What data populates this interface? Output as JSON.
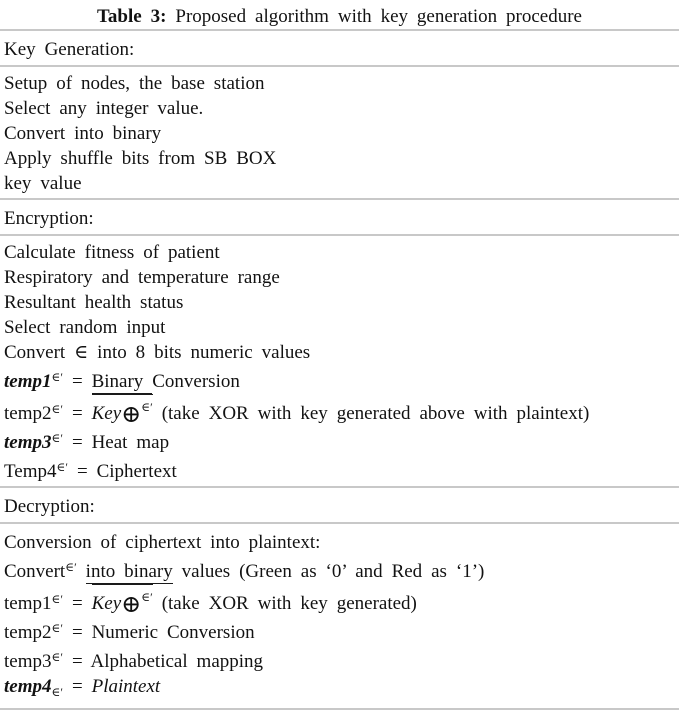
{
  "title": {
    "segments": [
      {
        "t": "Table 3:",
        "cls": "b"
      },
      {
        "t": " Proposed algorithm with key generation procedure"
      }
    ]
  },
  "sections": [
    {
      "id": "key-generation",
      "header": "Key Generation:",
      "lines": [
        [
          {
            "t": "Setup of nodes, the base station"
          }
        ],
        [
          {
            "t": "Select any integer value."
          }
        ],
        [
          {
            "t": "Convert into binary"
          }
        ],
        [
          {
            "t": "Apply shuffle bits from SB BOX"
          }
        ],
        [
          {
            "t": "key value"
          }
        ]
      ]
    },
    {
      "id": "encryption",
      "header": "Encryption:",
      "lines": [
        [
          {
            "t": "Calculate fitness of patient"
          }
        ],
        [
          {
            "t": "Respiratory and temperature range"
          }
        ],
        [
          {
            "t": "Resultant health status"
          }
        ],
        [
          {
            "t": "Select random input"
          }
        ],
        [
          {
            "t": "Convert "
          },
          {
            "t": "∈",
            "cls": "sym"
          },
          {
            "t": " into 8 bits numeric values"
          }
        ],
        [
          {
            "t": "temp1",
            "cls": "b i"
          },
          {
            "t": "∈′",
            "cls": "sup"
          },
          {
            "t": " = "
          },
          {
            "t": "Binary ",
            "cls": "u"
          },
          {
            "t": "Conversion"
          }
        ],
        [
          {
            "t": "temp2"
          },
          {
            "t": "∈′",
            "cls": "sup"
          },
          {
            "t": " = "
          },
          {
            "cls": "over",
            "c": [
              {
                "t": "Key",
                "cls": "i"
              },
              {
                "t": "⊕",
                "cls": "oplus"
              },
              {
                "t": "∈′",
                "cls": "sup"
              }
            ]
          },
          {
            "t": " (take XOR with key generated above with plaintext)"
          }
        ],
        [
          {
            "t": "temp3",
            "cls": "b i"
          },
          {
            "t": "∈′",
            "cls": "sup"
          },
          {
            "t": " = Heat map"
          }
        ],
        [
          {
            "t": "Temp4"
          },
          {
            "t": "∈′",
            "cls": "sup"
          },
          {
            "t": " = Ciphertext"
          }
        ]
      ]
    },
    {
      "id": "decryption",
      "header": "Decryption:",
      "lines": [
        [
          {
            "t": "Conversion of ciphertext into plaintext:"
          }
        ],
        [
          {
            "t": "Convert"
          },
          {
            "t": "∈′",
            "cls": "sup"
          },
          {
            "t": " "
          },
          {
            "t": "into binary",
            "cls": "u"
          },
          {
            "t": " values (Green as ‘0’ and Red as ‘1’)"
          }
        ],
        [
          {
            "t": "temp1"
          },
          {
            "t": "∈′",
            "cls": "sup"
          },
          {
            "t": " = "
          },
          {
            "cls": "over",
            "c": [
              {
                "t": "Key",
                "cls": "i"
              },
              {
                "t": "⊕",
                "cls": "oplus"
              },
              {
                "t": "∈′",
                "cls": "sup"
              }
            ]
          },
          {
            "t": " (take XOR with key generated)"
          }
        ],
        [
          {
            "t": "temp2"
          },
          {
            "t": "∈′",
            "cls": "sup"
          },
          {
            "t": " = Numeric Conversion"
          }
        ],
        [
          {
            "t": "temp3"
          },
          {
            "t": "∈′",
            "cls": "sup"
          },
          {
            "t": " = Alphabetical mapping"
          }
        ],
        [
          {
            "t": "temp4",
            "cls": "b i"
          },
          {
            "t": "∈′",
            "cls": "sub"
          },
          {
            "t": " = "
          },
          {
            "t": "Plaintext",
            "cls": "i"
          }
        ]
      ]
    }
  ],
  "colors": {
    "rule": "#c8c8c8",
    "text": "#121212"
  }
}
